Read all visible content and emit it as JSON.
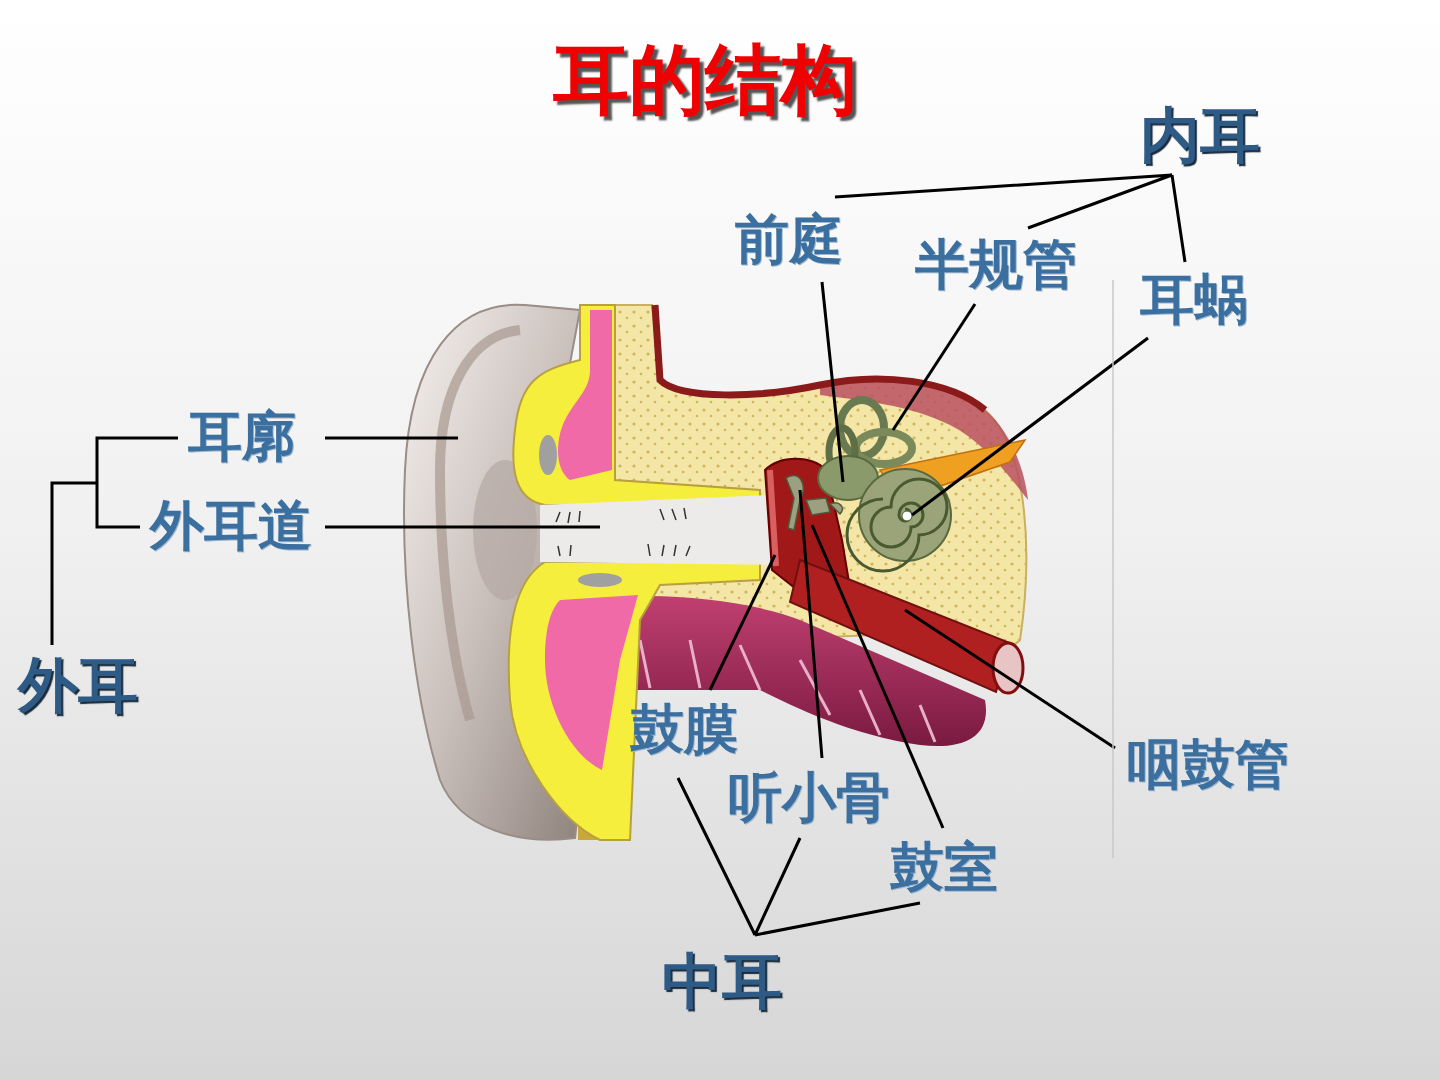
{
  "diagram": {
    "title": "耳的结构",
    "labels": [
      "内耳",
      "前庭",
      "半规管",
      "耳蜗",
      "耳廓",
      "外耳道",
      "外耳",
      "鼓膜",
      "听小骨",
      "鼓室",
      "咽鼓管",
      "中耳"
    ]
  }
}
